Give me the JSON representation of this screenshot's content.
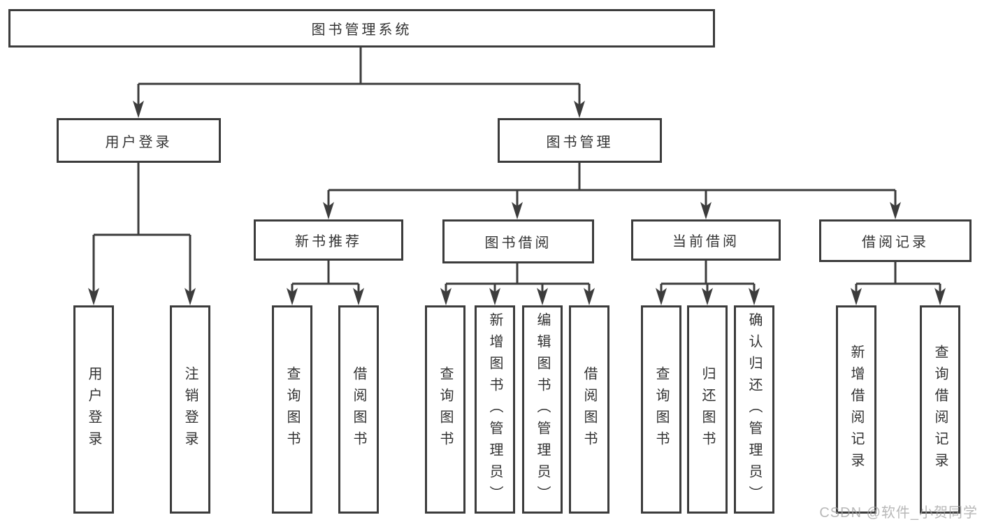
{
  "tree": {
    "root": {
      "label": "图书管理系统",
      "children": [
        {
          "label": "用户登录",
          "children": [
            {
              "label": "用户登录"
            },
            {
              "label": "注销登录"
            }
          ]
        },
        {
          "label": "图书管理",
          "children": [
            {
              "label": "新书推荐",
              "children": [
                {
                  "label": "查询图书"
                },
                {
                  "label": "借阅图书"
                }
              ]
            },
            {
              "label": "图书借阅",
              "children": [
                {
                  "label": "查询图书"
                },
                {
                  "label": "新增图书（管理员）"
                },
                {
                  "label": "编辑图书（管理员）"
                },
                {
                  "label": "借阅图书"
                }
              ]
            },
            {
              "label": "当前借阅",
              "children": [
                {
                  "label": "查询图书"
                },
                {
                  "label": "归还图书"
                },
                {
                  "label": "确认归还（管理员）"
                }
              ]
            },
            {
              "label": "借阅记录",
              "children": [
                {
                  "label": "新增借阅记录"
                },
                {
                  "label": "查询借阅记录"
                }
              ]
            }
          ]
        }
      ]
    }
  },
  "watermark": {
    "text": "CSDN @软件_小贺同学"
  },
  "colors": {
    "line": "#3c3c3c",
    "box_border": "#3c3c3c",
    "text": "#333333",
    "background": "#ffffff",
    "watermark": "#a0a0a0"
  }
}
